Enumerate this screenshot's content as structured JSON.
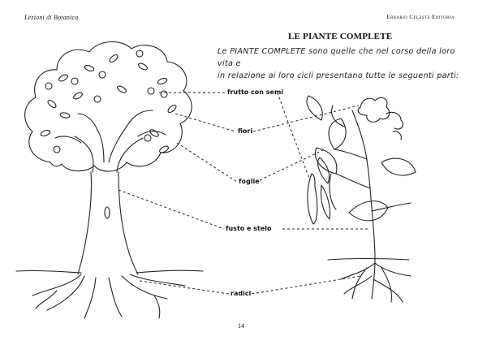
{
  "header": {
    "left": "Lezioni di Botanica",
    "right": "Erbario Celeste Editoria"
  },
  "title": "LE PIANTE COMPLETE",
  "intro": {
    "line1": "Le PIANTE COMPLETE sono quelle che nel corso della loro vita e",
    "line2": "in relazione ai loro cicli presentano tutte le seguenti parti:"
  },
  "labels": {
    "fruit": "frutto con semi",
    "flowers": "fiori",
    "leaves": "foglie",
    "stem": "fusto e stelo",
    "roots": "radici"
  },
  "page_number": "14"
}
